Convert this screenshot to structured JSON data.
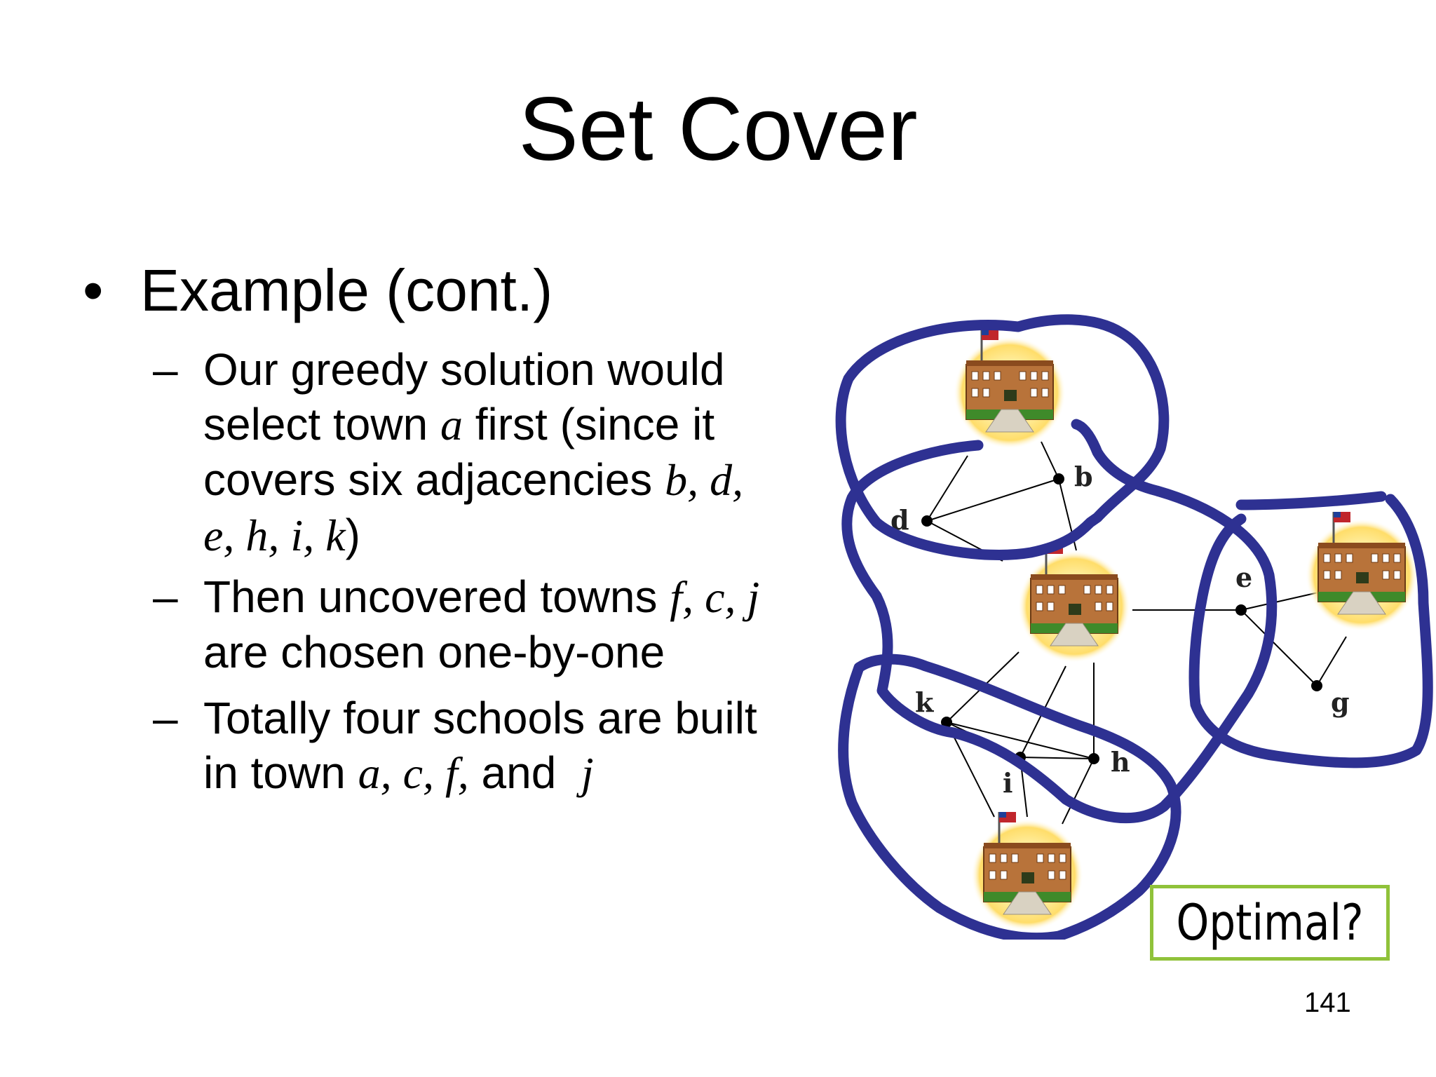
{
  "slide": {
    "title": "Set Cover",
    "bullet": "Example (cont.)",
    "bullet_marker": "•",
    "sub_marker": "–",
    "subbullets": [
      {
        "lines": [
          [
            {
              "t": "Our greedy solution would"
            }
          ],
          [
            {
              "t": "select town "
            },
            {
              "t": "a",
              "m": true
            },
            {
              "t": " first (since it"
            }
          ],
          [
            {
              "t": "covers six adjacencies "
            },
            {
              "t": "b, d,",
              "m": true
            }
          ],
          [
            {
              "t": "e, h, i, k",
              "m": true
            },
            {
              "t": ")"
            }
          ]
        ]
      },
      {
        "lines": [
          [
            {
              "t": "Then uncovered towns "
            },
            {
              "t": "f, c, j",
              "m": true
            }
          ],
          [
            {
              "t": "are chosen one-by-one"
            }
          ]
        ]
      },
      {
        "lines": [
          [
            {
              "t": "Totally four schools are built"
            }
          ],
          [
            {
              "t": "in town "
            },
            {
              "t": "a, c, f,",
              "m": true
            },
            {
              "t": " and  "
            },
            {
              "t": "j",
              "m": true
            }
          ]
        ]
      }
    ],
    "callout": "Optimal?",
    "page_number": "141"
  },
  "graph": {
    "node_labels": [
      "b",
      "d",
      "e",
      "g",
      "h",
      "i",
      "k"
    ],
    "school_icon": "school-building-icon",
    "colors": {
      "cover_outline": "#2e3192",
      "edge": "#000000",
      "callout_border": "#90c23a",
      "school_glow": "#ffe27a",
      "school_wall": "#b8733a",
      "flag": "#c0262c"
    }
  }
}
